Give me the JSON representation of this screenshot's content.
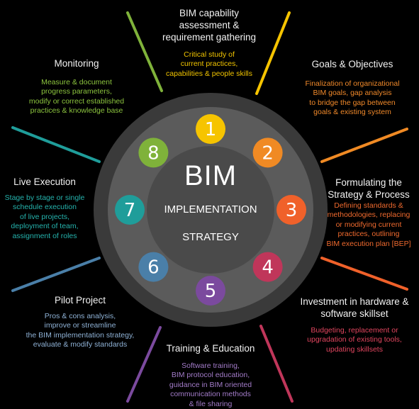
{
  "center": {
    "line1": "BIM",
    "line2": "IMPLEMENTATION",
    "line3": "STRATEGY"
  },
  "steps": [
    {
      "number": "1",
      "color": "#f6c400"
    },
    {
      "number": "2",
      "color": "#f08a24"
    },
    {
      "number": "3",
      "color": "#f0612a"
    },
    {
      "number": "4",
      "color": "#c0365a"
    },
    {
      "number": "5",
      "color": "#7b4a9e"
    },
    {
      "number": "6",
      "color": "#4a7fa8"
    },
    {
      "number": "7",
      "color": "#1f9d9a"
    },
    {
      "number": "8",
      "color": "#7fb23a"
    }
  ],
  "phases": {
    "capability": {
      "title_1": "BIM capability",
      "title_2": "assessment &",
      "title_3": "requirement gathering",
      "desc_1": "Critical study of",
      "desc_2": "current practices,",
      "desc_3": "capabilities & people skills",
      "color": "#f1c400"
    },
    "goals": {
      "title_1": "Goals & Objectives",
      "desc_1": "Finalization of organizational",
      "desc_2": "BIM goals, gap analysis",
      "desc_3": "to bridge the gap between",
      "desc_4": "goals & existing system",
      "color": "#f0892a"
    },
    "strategy": {
      "title_1": "Formulating the",
      "title_2": "Strategy & Process",
      "desc_1": "Defining standards &",
      "desc_2": "methodologies, replacing",
      "desc_3": "or modifying current",
      "desc_4": "practices, outlining",
      "desc_5": "BIM execution plan [BEP]",
      "color": "#f06a2e"
    },
    "investment": {
      "title_1": "Investment in hardware &",
      "title_2": "software skillset",
      "desc_1": "Budgeting, replacement or",
      "desc_2": "upgradation of existing tools,",
      "desc_3": "updating skillsets",
      "color": "#e0455e"
    },
    "training": {
      "title_1": "Training & Education",
      "desc_1": "Software training,",
      "desc_2": "BIM protocol education,",
      "desc_3": "guidance in BIM oriented",
      "desc_4": "communication methods",
      "desc_5": "& file sharing",
      "color": "#a27bc8"
    },
    "pilot": {
      "title_1": "Pilot Project",
      "desc_1": "Pros & cons analysis,",
      "desc_2": "improve or streamline",
      "desc_3": "the BIM implementation strategy,",
      "desc_4": "evaluate & modify standards",
      "color": "#8fb2d6"
    },
    "live": {
      "title_1": "Live Execution",
      "desc_1": "Stage by stage or single",
      "desc_2": "schedule execution",
      "desc_3": "of live projects,",
      "desc_4": "deployment of team,",
      "desc_5": "assignment of roles",
      "color": "#25b3ad"
    },
    "monitoring": {
      "title_1": "Monitoring",
      "desc_1": "Measure & document",
      "desc_2": "progress parameters,",
      "desc_3": "modify or correct established",
      "desc_4": "practices & knowledge base",
      "color": "#8cc43e"
    }
  }
}
